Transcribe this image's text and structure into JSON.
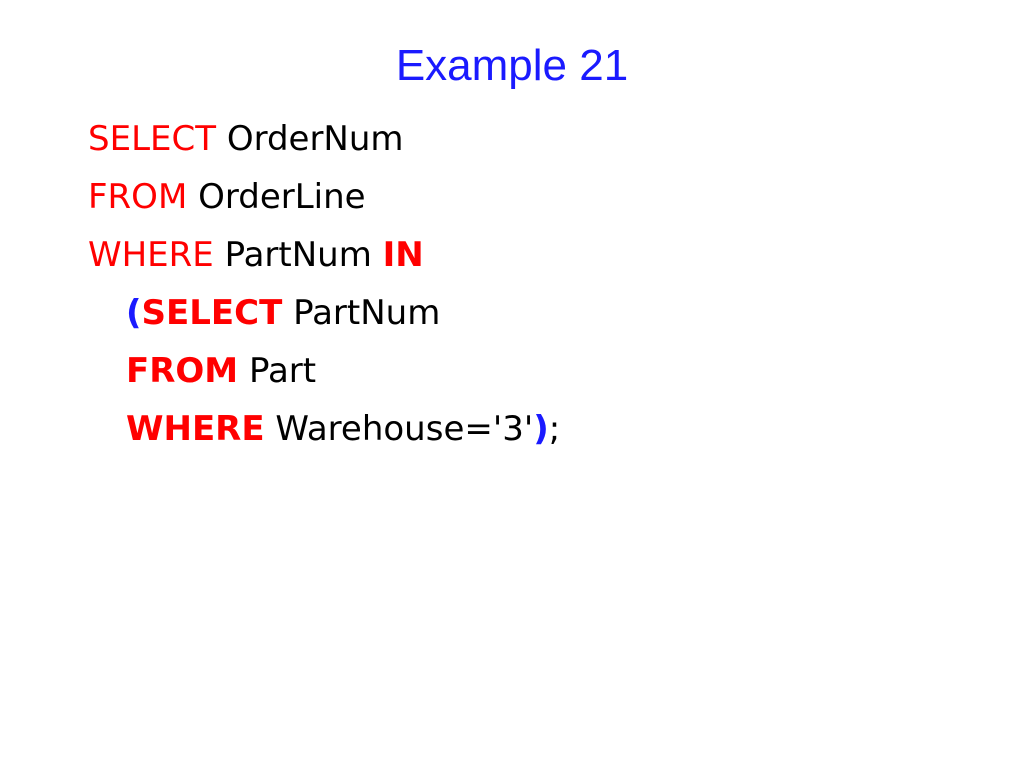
{
  "slide": {
    "title": "Example 21",
    "query": {
      "line1": {
        "keyword": "SELECT",
        "text": "OrderNum"
      },
      "line2": {
        "keyword": "FROM",
        "text": "OrderLine"
      },
      "line3": {
        "keyword": "WHERE",
        "text": "PartNum",
        "operator": "IN"
      },
      "line4": {
        "open_paren": "(",
        "keyword": "SELECT",
        "text": "PartNum"
      },
      "line5": {
        "keyword": "FROM",
        "text": "Part"
      },
      "line6": {
        "keyword": "WHERE",
        "text": "Warehouse='3'",
        "close_paren": ")",
        "terminator": ";"
      }
    }
  },
  "colors": {
    "title": "#1a1aff",
    "keyword": "#ff0000",
    "paren": "#1a1aff",
    "text": "#000000"
  }
}
